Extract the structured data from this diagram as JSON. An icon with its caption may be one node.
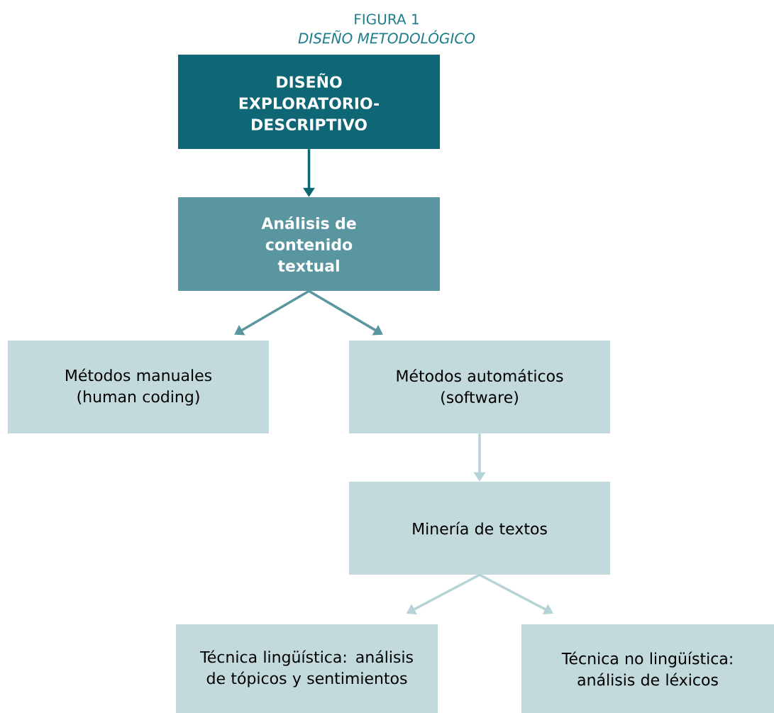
{
  "diagram": {
    "title": "FIGURA 1",
    "caption": "DISEÑO METODOLÓGICO",
    "nodes": [
      {
        "text": [
          "DISEÑO EXPLORATORIO-DESCRIPTIVO"
        ]
      },
      {
        "text": [
          "Análisis de contenido textual"
        ]
      },
      {
        "text": [
          "Métodos manuales (human coding)"
        ]
      },
      {
        "text": [
          "Métodos automáticos (software)"
        ]
      },
      {
        "text": [
          "Minería de textos"
        ]
      },
      {
        "text": [
          "Técnica lingüística: análisis de tópicos y sentimientos"
        ]
      },
      {
        "text": [
          "Técnica no lingüística: análisis de léxicos"
        ]
      }
    ],
    "edges": [
      {
        "from": 0,
        "to": 1,
        "arrow": "to",
        "color": "#0f6674"
      },
      {
        "from": 1,
        "to": 2,
        "arrow": "to",
        "color": "#5a96a0"
      },
      {
        "from": 1,
        "to": 3,
        "arrow": "to",
        "color": "#5a96a0"
      },
      {
        "from": 3,
        "to": 4,
        "arrow": "to"
      },
      {
        "from": 4,
        "to": 5,
        "arrow": "to"
      },
      {
        "from": 4,
        "to": 6,
        "arrow": "to"
      }
    ]
  }
}
